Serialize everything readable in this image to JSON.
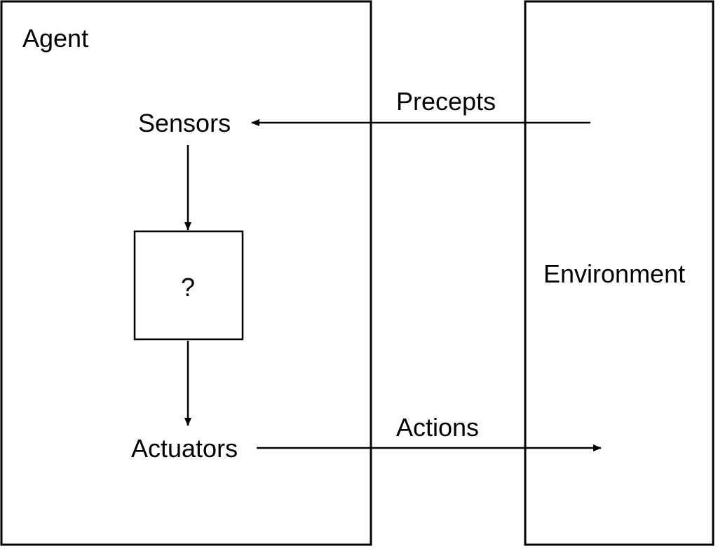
{
  "diagram": {
    "agent_label": "Agent",
    "environment_label": "Environment",
    "sensors_label": "Sensors",
    "actuators_label": "Actuators",
    "unknown_label": "?",
    "precepts_label": "Precepts",
    "actions_label": "Actions"
  },
  "colors": {
    "stroke": "#000000",
    "background": "#ffffff"
  }
}
